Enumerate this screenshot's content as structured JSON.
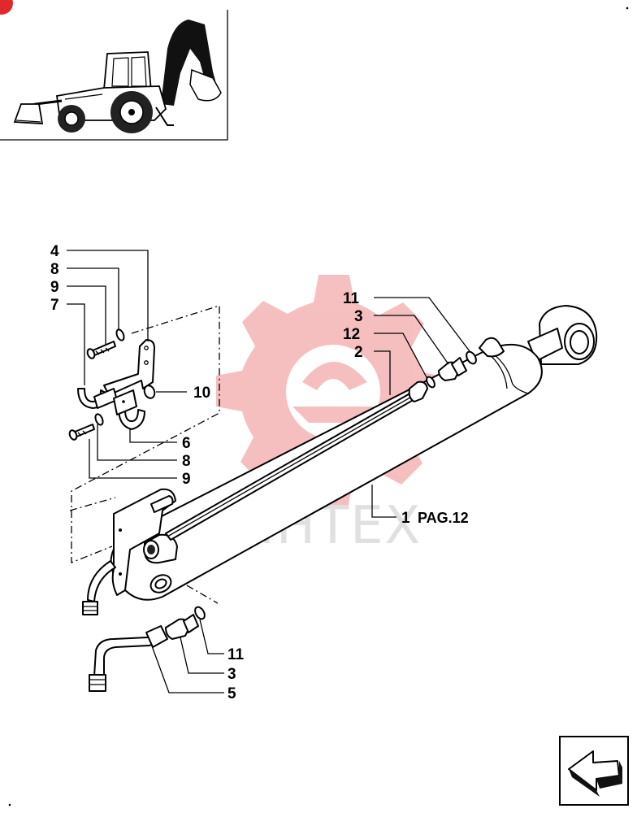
{
  "callouts": {
    "c4": "4",
    "c8_top": "8",
    "c9_top": "9",
    "c7": "7",
    "c10": "10",
    "c6": "6",
    "c8_bottom": "8",
    "c9_bottom": "9",
    "c11_top": "11",
    "c3_top": "3",
    "c12": "12",
    "c2": "2",
    "c1": "1",
    "c1_ref": "PAG.12",
    "c11_bottom": "11",
    "c3_bottom": "3",
    "c5": "5"
  },
  "watermark": {
    "text": "ИНТЕХ",
    "color": "#f08c8c"
  },
  "colors": {
    "line": "#000000",
    "background": "#ffffff",
    "badge": "#e0282d"
  },
  "icons": {
    "thumbnail": "backhoe-loader-thumbnail",
    "nav": "arrow-back-icon"
  }
}
